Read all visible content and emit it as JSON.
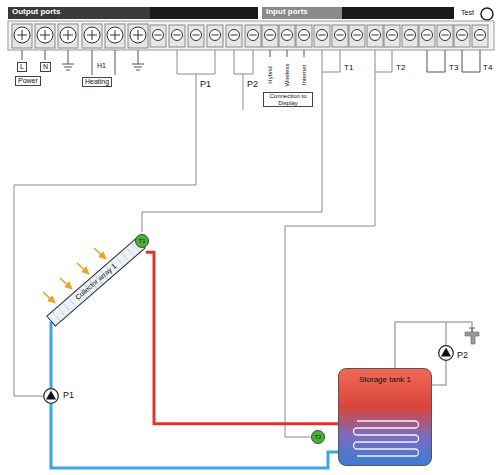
{
  "diagram": {
    "nodes": [
      {
        "text": [
          "Collector array 1"
        ]
      },
      {
        "text": [
          "T1"
        ]
      },
      {
        "text": [
          "Storage tank 1"
        ]
      },
      {
        "text": [
          "T2"
        ]
      },
      {
        "text": [
          "P1"
        ]
      },
      {
        "text": [
          "P2"
        ]
      }
    ],
    "edges": [
      {
        "from": 0,
        "to": 2,
        "arrow": "none"
      },
      {
        "from": 2,
        "to": 4,
        "arrow": "none"
      },
      {
        "from": 4,
        "to": 0,
        "arrow": "none"
      }
    ],
    "labels": [
      "Output ports",
      "Input ports",
      "Test",
      "L",
      "N",
      "Power",
      "H1",
      "Heating",
      "P1",
      "P2",
      "Hybrid",
      "Wireless",
      "Internet",
      "Connection to Display",
      "T1",
      "T2",
      "T3",
      "T4"
    ]
  }
}
